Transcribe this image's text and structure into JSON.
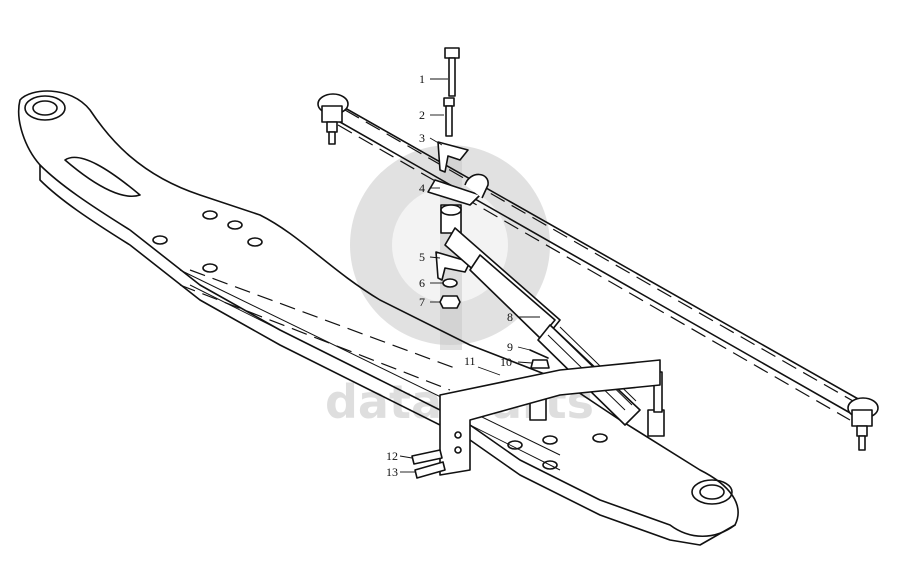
{
  "callouts": [
    {
      "id": "1",
      "label": "1"
    },
    {
      "id": "2",
      "label": "2"
    },
    {
      "id": "3",
      "label": "3"
    },
    {
      "id": "4",
      "label": "4"
    },
    {
      "id": "5",
      "label": "5"
    },
    {
      "id": "6",
      "label": "6"
    },
    {
      "id": "7",
      "label": "7"
    },
    {
      "id": "8",
      "label": "8"
    },
    {
      "id": "9",
      "label": "9"
    },
    {
      "id": "10",
      "label": "10"
    },
    {
      "id": "11",
      "label": "11"
    },
    {
      "id": "12",
      "label": "12"
    },
    {
      "id": "13",
      "label": "13"
    }
  ],
  "watermark": {
    "text": "data parts"
  }
}
